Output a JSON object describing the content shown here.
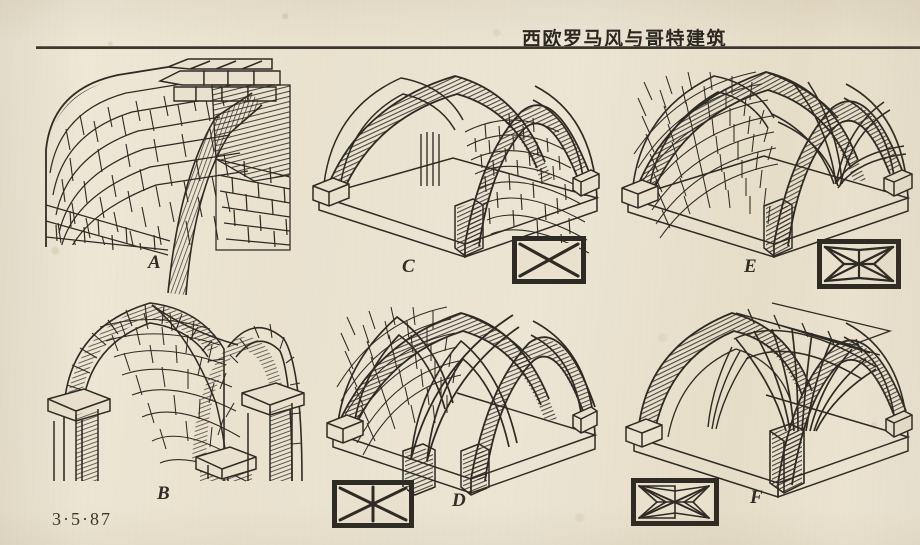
{
  "page": {
    "header_title": "西欧罗马风与哥特建筑",
    "page_number": "3·5·87",
    "paper_color": "#ece5d3",
    "ink_color": "#2e2b24"
  },
  "figures": [
    {
      "id": "A",
      "label": "A",
      "kind": "barrel-vault-cutaway",
      "description": "筒形拱 — barrel vault shown in cutaway with ashlar brick coursing",
      "has_plan": false
    },
    {
      "id": "B",
      "label": "B",
      "kind": "groin-vault-on-piers",
      "description": "交叉拱 — groin vault springing from square piers, round arches",
      "has_plan": false
    },
    {
      "id": "C",
      "label": "C",
      "kind": "quadripartite-rib-vault",
      "description": "肋架拱 — quadripartite rib vault, round arches, webbing laid over diagonal ribs",
      "has_plan": true,
      "plan_type": "quadripartite"
    },
    {
      "id": "D",
      "label": "D",
      "kind": "sexpartite-rib-vault",
      "description": "六分肋架拱 — sexpartite rib vault with pointed arches and transverse rib",
      "has_plan": true,
      "plan_type": "sexpartite"
    },
    {
      "id": "E",
      "label": "E",
      "kind": "tierceron-rib-vault",
      "description": "多肋拱 — tierceron vault, extra ribs radiating to wall mid-points",
      "has_plan": true,
      "plan_type": "tierceron"
    },
    {
      "id": "F",
      "label": "F",
      "kind": "fan-vault",
      "description": "扇形拱 — fan vault, dense radiating ribs forming conoids",
      "has_plan": true,
      "plan_type": "fan"
    }
  ],
  "plans": {
    "C": {
      "for_figure": "C",
      "ribs": "two diagonals forming an X within a rectangular bay"
    },
    "D": {
      "for_figure": "D",
      "ribs": "two diagonals plus one central transverse rib"
    },
    "E": {
      "for_figure": "E",
      "ribs": "two diagonals plus tiercerons to each wall mid-point"
    },
    "F": {
      "for_figure": "F",
      "ribs": "fan of many radiating ribs from each of the four corners"
    }
  }
}
